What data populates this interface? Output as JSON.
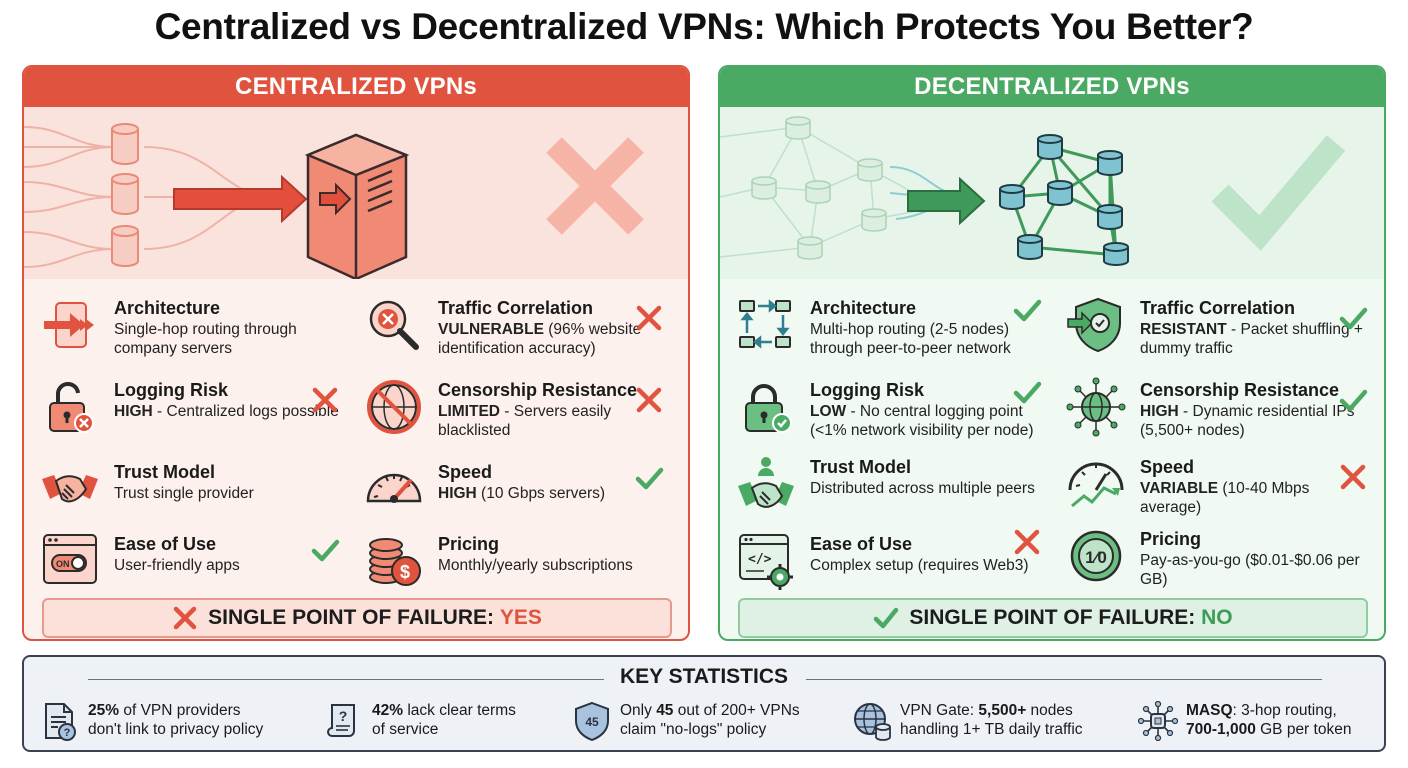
{
  "title": "Centralized vs Decentralized VPNs: Which Protects You Better?",
  "colors": {
    "red": "#e0533e",
    "green": "#4aaa63",
    "dark": "#3a4250"
  },
  "centralized": {
    "header": "CENTRALIZED VPNs",
    "features": {
      "architecture": {
        "title": "Architecture",
        "desc": "Single-hop routing through company servers",
        "icon": "routing-arrow-icon"
      },
      "traffic": {
        "title": "Traffic Correlation",
        "desc_bold": "VULNERABLE",
        "desc": " (96% website identification accuracy)",
        "icon": "magnifier-x-icon",
        "mark": "cross"
      },
      "logging": {
        "title": "Logging Risk",
        "desc_bold": "HIGH",
        "desc": " - Centralized logs possible",
        "icon": "unlocked-padlock-icon",
        "mark": "cross"
      },
      "censorship": {
        "title": "Censorship Resistance",
        "desc_bold": "LIMITED",
        "desc": " - Servers easily blacklisted",
        "icon": "blocked-globe-icon",
        "mark": "cross"
      },
      "trust": {
        "title": "Trust Model",
        "desc": "Trust single provider",
        "icon": "handshake-icon"
      },
      "speed": {
        "title": "Speed",
        "desc_bold": "HIGH",
        "desc": " (10 Gbps servers)",
        "icon": "speedometer-icon",
        "mark": "check"
      },
      "ease": {
        "title": "Ease of Use",
        "desc": "User-friendly apps",
        "icon": "toggle-window-icon",
        "mark": "check"
      },
      "pricing": {
        "title": "Pricing",
        "desc": "Monthly/yearly subscriptions",
        "icon": "coin-stack-icon"
      }
    },
    "spof_label": "SINGLE POINT OF FAILURE: ",
    "spof_value": "YES"
  },
  "decentralized": {
    "header": "DECENTRALIZED VPNs",
    "features": {
      "architecture": {
        "title": "Architecture",
        "desc": "Multi-hop routing (2-5 nodes) through peer-to-peer network",
        "icon": "multi-hop-nodes-icon",
        "mark": "check"
      },
      "traffic": {
        "title": "Traffic Correlation",
        "desc_bold": "RESISTANT",
        "desc": " - Packet shuffling + dummy traffic",
        "icon": "shield-check-icon",
        "mark": "check"
      },
      "logging": {
        "title": "Logging Risk",
        "desc_bold": "LOW",
        "desc": " - No central logging point (<1% network visibility per node)",
        "icon": "locked-padlock-icon",
        "mark": "check"
      },
      "censorship": {
        "title": "Censorship Resistance",
        "desc_bold": "HIGH",
        "desc": " - Dynamic residential IPs (5,500+ nodes)",
        "icon": "network-globe-icon",
        "mark": "check"
      },
      "trust": {
        "title": "Trust Model",
        "desc": "Distributed across multiple peers",
        "icon": "distributed-handshake-icon"
      },
      "speed": {
        "title": "Speed",
        "desc_bold": "VARIABLE",
        "desc": " (10-40 Mbps average)",
        "icon": "speedometer-chart-icon",
        "mark": "cross"
      },
      "ease": {
        "title": "Ease of Use",
        "desc": "Complex setup (requires Web3)",
        "icon": "code-gear-icon",
        "mark": "cross"
      },
      "pricing": {
        "title": "Pricing",
        "desc": "Pay-as-you-go ($0.01-$0.06 per GB)",
        "icon": "payg-coin-icon",
        "coin_text": "1⁄0"
      }
    },
    "spof_label": "SINGLE POINT OF FAILURE: ",
    "spof_value": "NO"
  },
  "stats": {
    "title": "KEY STATISTICS",
    "items": [
      {
        "bold": "25%",
        "text1": " of VPN providers",
        "text2": "don't link to privacy policy",
        "icon": "document-question-icon"
      },
      {
        "bold": "42%",
        "text1": " lack clear terms",
        "text2": "of service",
        "icon": "scroll-question-icon"
      },
      {
        "pre": "Only ",
        "bold": "45",
        "text1": " out of 200+ VPNs",
        "text2": "claim \"no-logs\" policy",
        "icon": "shield-45-icon",
        "badge": "45"
      },
      {
        "pre": "VPN Gate: ",
        "bold": "5,500+",
        "text1": " nodes",
        "text2": "handling 1+ TB daily traffic",
        "icon": "globe-database-icon"
      },
      {
        "bold": "MASQ",
        "text1": ": 3-hop routing,",
        "bold2": "700-1,000",
        "text2": " GB per token",
        "icon": "hub-network-icon"
      }
    ]
  }
}
